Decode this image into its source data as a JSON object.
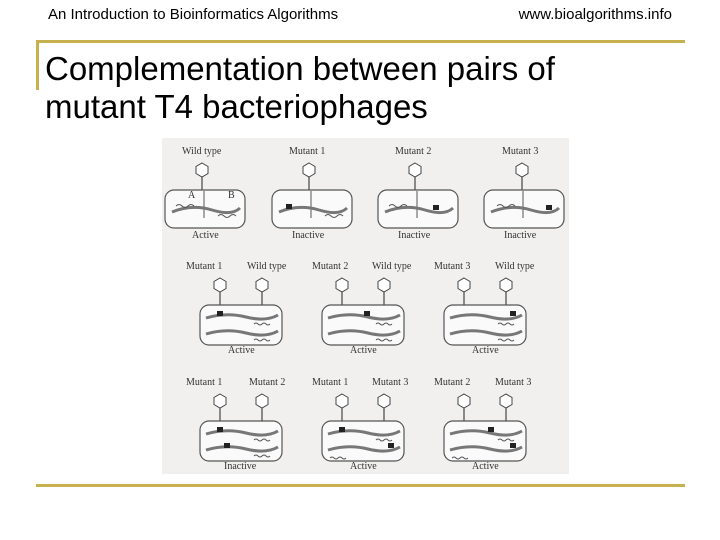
{
  "header": {
    "left": "An Introduction to Bioinformatics Algorithms",
    "right": "www.bioalgorithms.info"
  },
  "title": {
    "line1": "Complementation between pairs of",
    "line2": "mutant T4 bacteriophages"
  },
  "figure": {
    "row1": {
      "headers": [
        "Wild type",
        "Mutant 1",
        "Mutant 2",
        "Mutant 3"
      ],
      "gene_labels": [
        "A",
        "B"
      ],
      "states": [
        "Active",
        "Inactive",
        "Inactive",
        "Inactive"
      ]
    },
    "row2": {
      "headers": [
        "Mutant 1",
        "Wild type",
        "Mutant 2",
        "Wild type",
        "Mutant 3",
        "Wild type"
      ],
      "states": [
        "Active",
        "Active",
        "Active"
      ]
    },
    "row3": {
      "headers": [
        "Mutant 1",
        "Mutant 2",
        "Mutant 1",
        "Mutant 3",
        "Mutant 2",
        "Mutant 3"
      ],
      "states": [
        "Inactive",
        "Active",
        "Active"
      ]
    }
  }
}
